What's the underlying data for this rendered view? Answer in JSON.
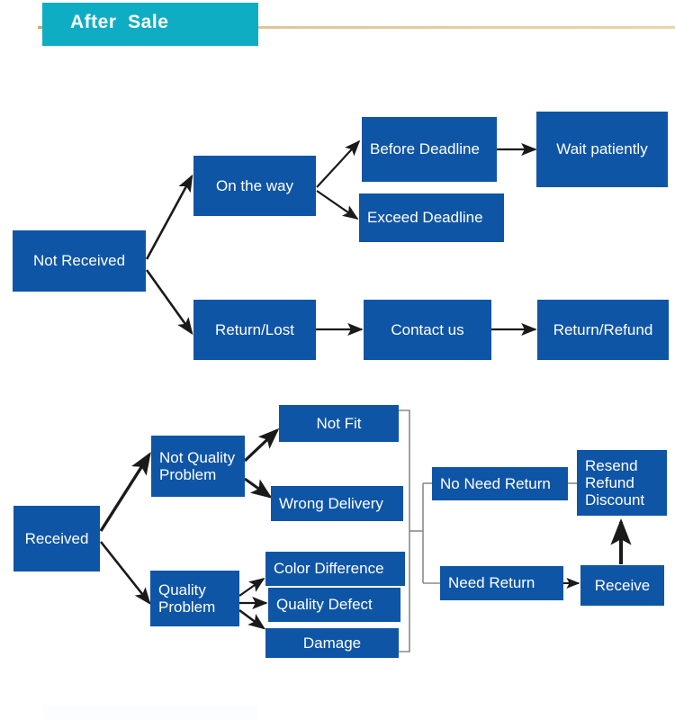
{
  "header": {
    "title": "After  Sale",
    "banner_color": "#0fadc4",
    "rule_color": "#d8bc86",
    "text_color": "#ffffff"
  },
  "theme": {
    "node_fill": "#0f55a6",
    "node_text": "#ffffff",
    "arrow_color": "#1a1a1a",
    "bracket_color": "#7a7a7a",
    "background": "#ffffff"
  },
  "diagram": {
    "type": "flowchart",
    "sections": [
      {
        "name": "not-received-flow",
        "root": "Not Received",
        "nodes": [
          {
            "id": "not-received",
            "label": "Not Received"
          },
          {
            "id": "on-the-way",
            "label": "On the way"
          },
          {
            "id": "before-deadline",
            "label": "Before Deadline"
          },
          {
            "id": "wait-patiently",
            "label": "Wait patiently"
          },
          {
            "id": "exceed-deadline",
            "label": "Exceed Deadline"
          },
          {
            "id": "return-lost",
            "label": "Return/Lost"
          },
          {
            "id": "contact-us",
            "label": "Contact us"
          },
          {
            "id": "return-refund",
            "label": "Return/Refund"
          }
        ],
        "edges": [
          {
            "from": "not-received",
            "to": "on-the-way"
          },
          {
            "from": "not-received",
            "to": "return-lost"
          },
          {
            "from": "on-the-way",
            "to": "before-deadline"
          },
          {
            "from": "on-the-way",
            "to": "exceed-deadline"
          },
          {
            "from": "before-deadline",
            "to": "wait-patiently"
          },
          {
            "from": "return-lost",
            "to": "contact-us"
          },
          {
            "from": "contact-us",
            "to": "return-refund"
          }
        ]
      },
      {
        "name": "received-flow",
        "root": "Received",
        "nodes": [
          {
            "id": "received",
            "label": "Received"
          },
          {
            "id": "not-quality-problem",
            "label": "Not Quality\nProblem"
          },
          {
            "id": "quality-problem",
            "label": "Quality\nProblem"
          },
          {
            "id": "not-fit",
            "label": "Not Fit"
          },
          {
            "id": "wrong-delivery",
            "label": "Wrong Delivery"
          },
          {
            "id": "color-difference",
            "label": "Color Difference"
          },
          {
            "id": "quality-defect",
            "label": "Quality Defect"
          },
          {
            "id": "damage",
            "label": "Damage"
          },
          {
            "id": "no-need-return",
            "label": "No Need Return"
          },
          {
            "id": "need-return",
            "label": "Need Return"
          },
          {
            "id": "receive",
            "label": "Receive"
          },
          {
            "id": "resend-refund-discount",
            "label": "Resend\nRefund\nDiscount"
          }
        ],
        "edges": [
          {
            "from": "received",
            "to": "not-quality-problem"
          },
          {
            "from": "received",
            "to": "quality-problem"
          },
          {
            "from": "not-quality-problem",
            "to": "not-fit"
          },
          {
            "from": "not-quality-problem",
            "to": "wrong-delivery"
          },
          {
            "from": "quality-problem",
            "to": "color-difference"
          },
          {
            "from": "quality-problem",
            "to": "quality-defect"
          },
          {
            "from": "quality-problem",
            "to": "damage"
          },
          {
            "from": "outcomes-bracket",
            "to": "no-need-return"
          },
          {
            "from": "outcomes-bracket",
            "to": "need-return"
          },
          {
            "from": "no-need-return",
            "to": "resend-refund-discount"
          },
          {
            "from": "need-return",
            "to": "receive"
          },
          {
            "from": "receive",
            "to": "resend-refund-discount"
          }
        ]
      }
    ]
  }
}
